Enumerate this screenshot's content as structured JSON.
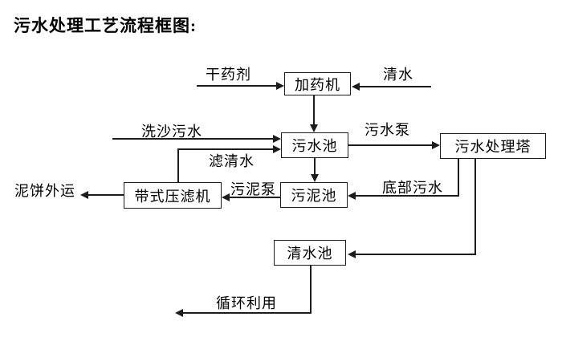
{
  "title": "污水处理工艺流程框图:",
  "colors": {
    "line": "#1c1c1c",
    "text": "#000000",
    "background": "#ffffff"
  },
  "diagram": {
    "nodes": {
      "dosing_machine": {
        "label": "加药机"
      },
      "sewage_pool": {
        "label": "污水池"
      },
      "treatment_tower": {
        "label": "污水处理塔"
      },
      "sludge_pool": {
        "label": "污泥池"
      },
      "belt_filter_press": {
        "label": "带式压滤机"
      },
      "clean_water_pool": {
        "label": "清水池"
      }
    },
    "flow_labels": {
      "dry_chemical": "干药剂",
      "clean_water_in": "清水",
      "sand_washing_sewage": "洗沙污水",
      "sewage_pump": "污水泵",
      "filtered_water": "滤清水",
      "bottom_sewage": "底部污水",
      "sludge_pump": "污泥泵",
      "mud_cake_out": "泥饼外运",
      "recycle_use": "循环利用"
    },
    "edges": [
      {
        "from": "external",
        "to": "dosing_machine",
        "label": "干药剂"
      },
      {
        "from": "external",
        "to": "dosing_machine",
        "label": "清水"
      },
      {
        "from": "dosing_machine",
        "to": "sewage_pool",
        "label": ""
      },
      {
        "from": "external",
        "to": "sewage_pool",
        "label": "洗沙污水"
      },
      {
        "from": "belt_filter_press",
        "to": "sewage_pool",
        "label": "滤清水"
      },
      {
        "from": "sewage_pool",
        "to": "treatment_tower",
        "label": "污水泵"
      },
      {
        "from": "sewage_pool",
        "to": "sludge_pool",
        "label": ""
      },
      {
        "from": "treatment_tower",
        "to": "sludge_pool",
        "label": "底部污水"
      },
      {
        "from": "sludge_pool",
        "to": "belt_filter_press",
        "label": "污泥泵"
      },
      {
        "from": "belt_filter_press",
        "to": "external",
        "label": "泥饼外运"
      },
      {
        "from": "treatment_tower",
        "to": "clean_water_pool",
        "label": ""
      },
      {
        "from": "clean_water_pool",
        "to": "external",
        "label": "循环利用"
      }
    ]
  }
}
